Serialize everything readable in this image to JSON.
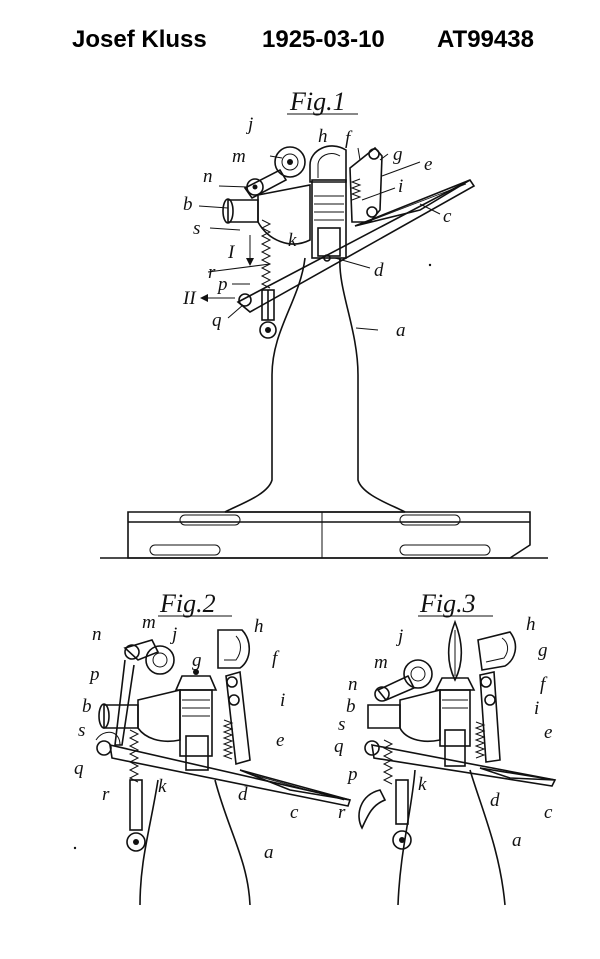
{
  "header": {
    "inventor": "Josef Kluss",
    "date": "1925-03-10",
    "patent_number": "AT99438"
  },
  "figures": {
    "fig1": {
      "title": "Fig.1",
      "labels": {
        "j": "j",
        "h": "h",
        "f": "f",
        "g": "g",
        "m": "m",
        "e": "e",
        "n": "n",
        "i": "i",
        "b": "b",
        "c": "c",
        "s": "s",
        "k": "k",
        "I": "I",
        "r": "r",
        "d": "d",
        "p": "p",
        "II": "II",
        "q": "q",
        "a": "a"
      }
    },
    "fig2": {
      "title": "Fig.2",
      "labels": {
        "n": "n",
        "m": "m",
        "j": "j",
        "h": "h",
        "g": "g",
        "f": "f",
        "p": "p",
        "i": "i",
        "b": "b",
        "e": "e",
        "s": "s",
        "q": "q",
        "r": "r",
        "k": "k",
        "d": "d",
        "c": "c",
        "a": "a"
      }
    },
    "fig3": {
      "title": "Fig.3",
      "labels": {
        "h": "h",
        "j": "j",
        "g": "g",
        "m": "m",
        "n": "n",
        "f": "f",
        "b": "b",
        "i": "i",
        "s": "s",
        "e": "e",
        "q": "q",
        "p": "p",
        "k": "k",
        "d": "d",
        "r": "r",
        "c": "c",
        "a": "a"
      }
    }
  }
}
